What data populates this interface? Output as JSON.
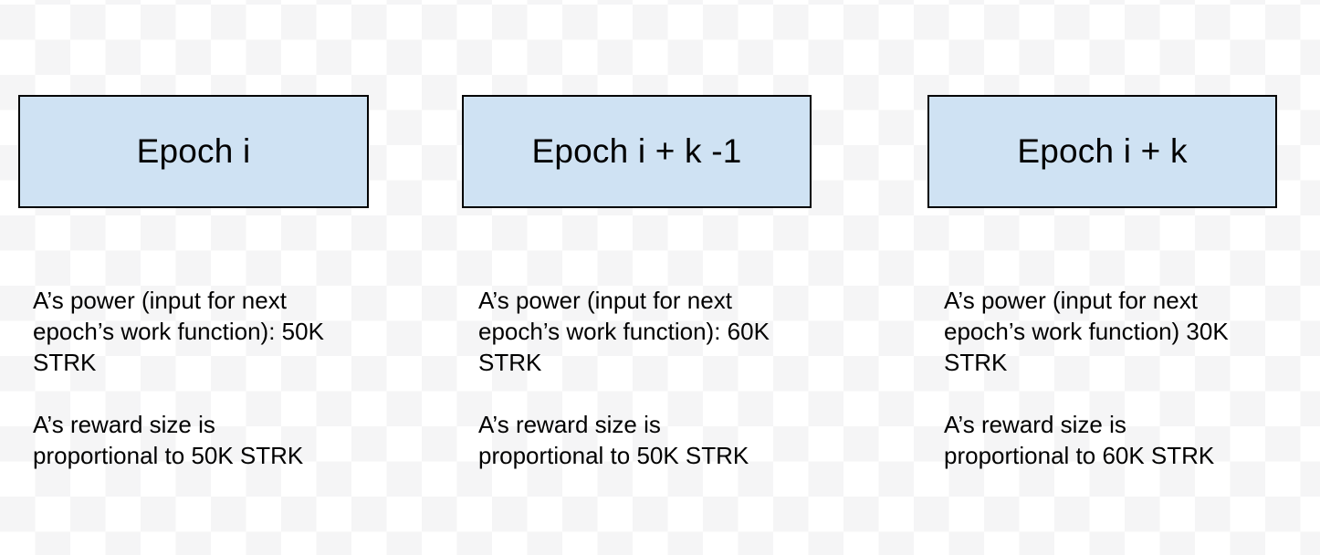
{
  "colors": {
    "box_fill": "#cfe2f3",
    "box_border": "#000000",
    "text": "#000000",
    "checker_light": "#ffffff",
    "checker_shade": "#f5f5f6"
  },
  "columns": [
    {
      "box_label": "Epoch i",
      "power_note_lines": [
        "A’s power (input for next",
        "epoch’s work function): 50K",
        "STRK"
      ],
      "reward_note_lines": [
        "A’s reward size is",
        "proportional to 50K STRK"
      ]
    },
    {
      "box_label": "Epoch i + k -1",
      "power_note_lines": [
        "A’s power (input for next",
        "epoch’s work function): 60K",
        "STRK"
      ],
      "reward_note_lines": [
        "A’s reward size is",
        "proportional to 50K STRK"
      ]
    },
    {
      "box_label": "Epoch i + k",
      "power_note_lines": [
        "A’s power (input for next",
        "epoch’s work function) 30K",
        "STRK"
      ],
      "reward_note_lines": [
        "A’s reward size is",
        "proportional to 60K STRK"
      ]
    }
  ]
}
